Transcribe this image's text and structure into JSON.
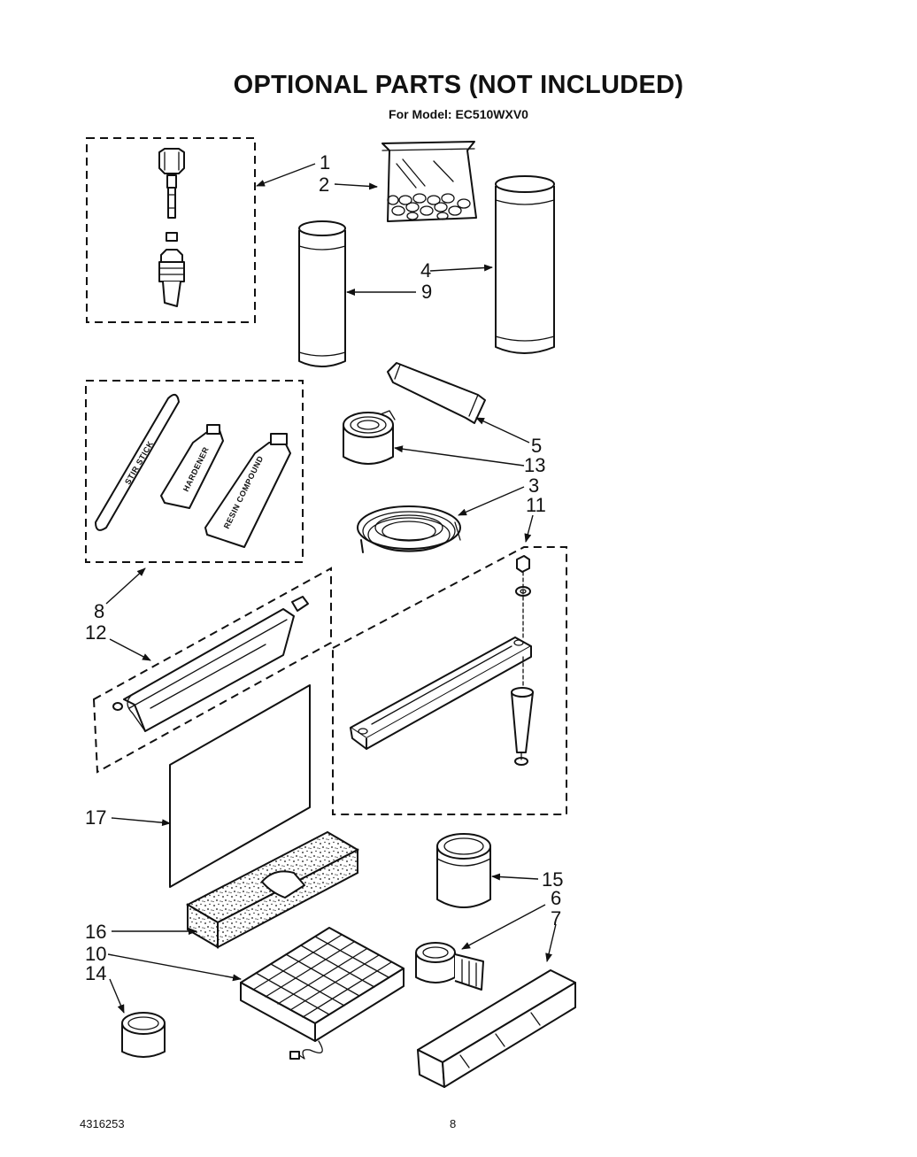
{
  "page": {
    "title": "OPTIONAL PARTS (NOT INCLUDED)",
    "subtitle": "For Model: EC510WXV0",
    "document_number": "4316253",
    "page_number": "8"
  },
  "tube_labels": {
    "stir_stick": "STIR STICK",
    "hardener": "HARDENER",
    "resin_compound": "RESIN COMPOUND"
  },
  "callouts": [
    "1",
    "2",
    "3",
    "4",
    "5",
    "6",
    "7",
    "8",
    "9",
    "10",
    "11",
    "12",
    "13",
    "14",
    "15",
    "16",
    "17"
  ]
}
